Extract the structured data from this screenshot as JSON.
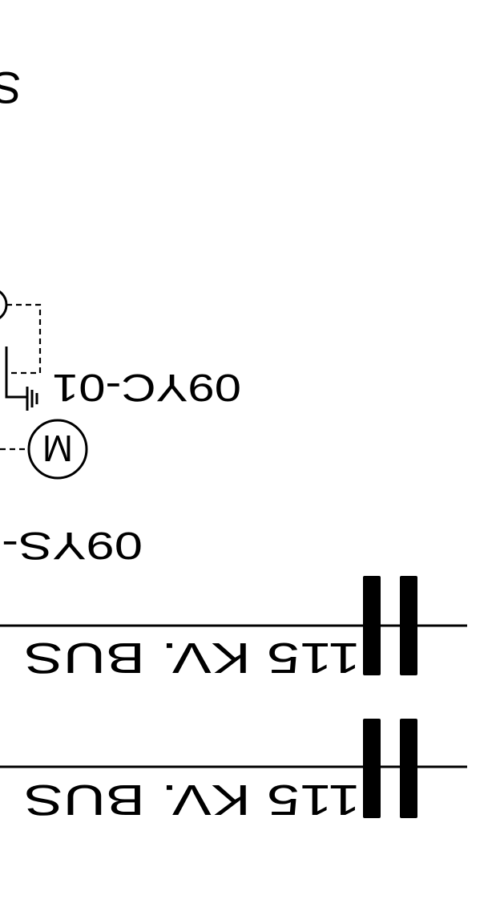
{
  "diagram": {
    "labels": {
      "switch_a": "09YC-01",
      "switch_b": "09YS-",
      "bus_upper": "115 KV. BUS",
      "bus_lower": "115 KV. BUS",
      "motor": "M",
      "clipped_top": "S"
    },
    "orientation": "rotated-180",
    "line_color": "#000000"
  }
}
